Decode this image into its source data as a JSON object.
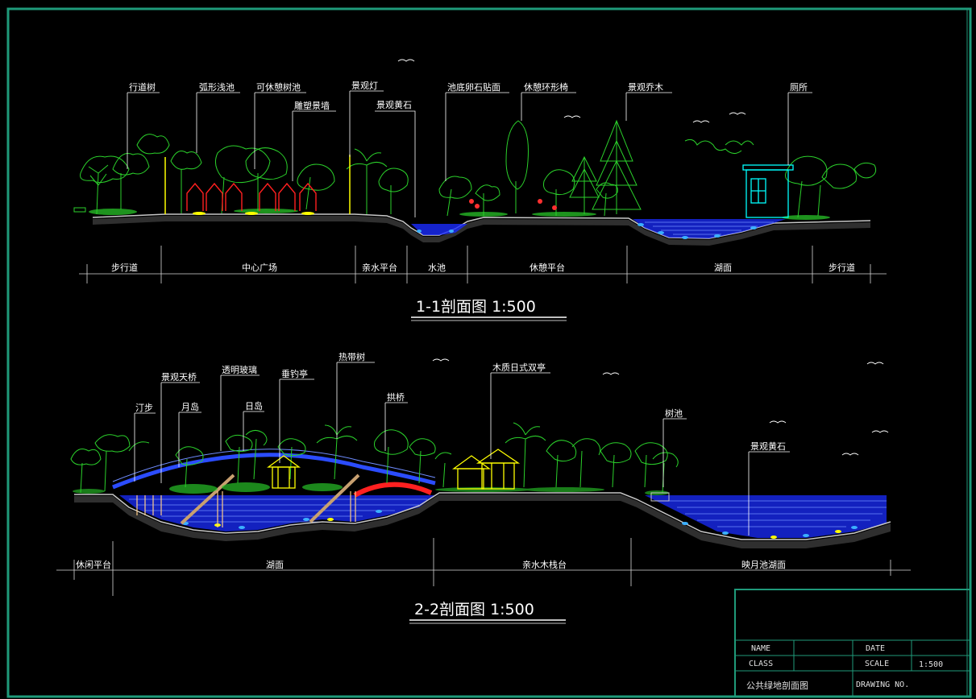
{
  "section1": {
    "title": "1-1剖面图 1:500",
    "labels": [
      "行道树",
      "弧形浅池",
      "可休憩树池",
      "雕塑景墙",
      "景观灯",
      "景观黄石",
      "池底卵石贴面",
      "休憩环形椅",
      "景观乔木",
      "厕所"
    ],
    "zones": [
      "步行道",
      "中心广场",
      "亲水平台",
      "水池",
      "休憩平台",
      "湖面",
      "步行道"
    ]
  },
  "section2": {
    "title": "2-2剖面图 1:500",
    "labels": [
      "汀步",
      "景观天桥",
      "月岛",
      "透明玻璃",
      "日岛",
      "垂钓亭",
      "热带树",
      "拱桥",
      "木质日式双亭",
      "树池",
      "景观黄石"
    ],
    "zones": [
      "休闲平台",
      "湖面",
      "亲水木栈台",
      "映月池湖面"
    ]
  },
  "title_block": {
    "name_label": "NAME",
    "date_label": "DATE",
    "class_label": "CLASS",
    "scale_label": "SCALE",
    "scale_value": "1:500",
    "drawing_title": "公共绿地剖面图",
    "drawing_no_label": "DRAWING NO."
  },
  "colors": {
    "frame": "#1f9a7a",
    "vegetation": "#2bd12b",
    "water": "#2b4cff",
    "ground": "#b0b0b0",
    "structure": "#ffff00",
    "pavilion_red": "#ff2020",
    "toilet": "#00ffff"
  }
}
